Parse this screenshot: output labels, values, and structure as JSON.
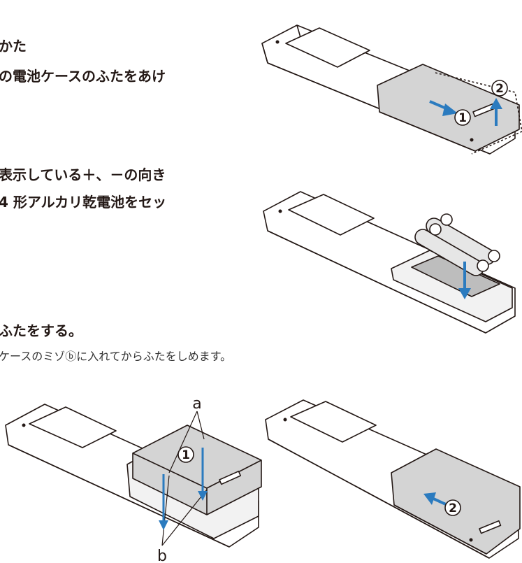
{
  "heading": "かた",
  "step1": {
    "line1": "の電池ケースのふたをあけ"
  },
  "step2": {
    "line1": "表示している＋、－の向き",
    "line2": "4 形アルカリ乾電池をセッ"
  },
  "step3": {
    "line1": "ふたをする。",
    "note": "ケースのミゾⓑに入れてからふたをしめます。"
  },
  "figures": {
    "fig1": {
      "marker1": "1",
      "marker2": "2"
    },
    "fig3": {
      "label_a": "a",
      "label_b": "b",
      "marker1": "1"
    },
    "fig4": {
      "marker2": "2"
    }
  },
  "colors": {
    "arrow": "#2b7bbf",
    "body": "#ffffff",
    "cover": "#d4d4d4",
    "line": "#231815"
  }
}
